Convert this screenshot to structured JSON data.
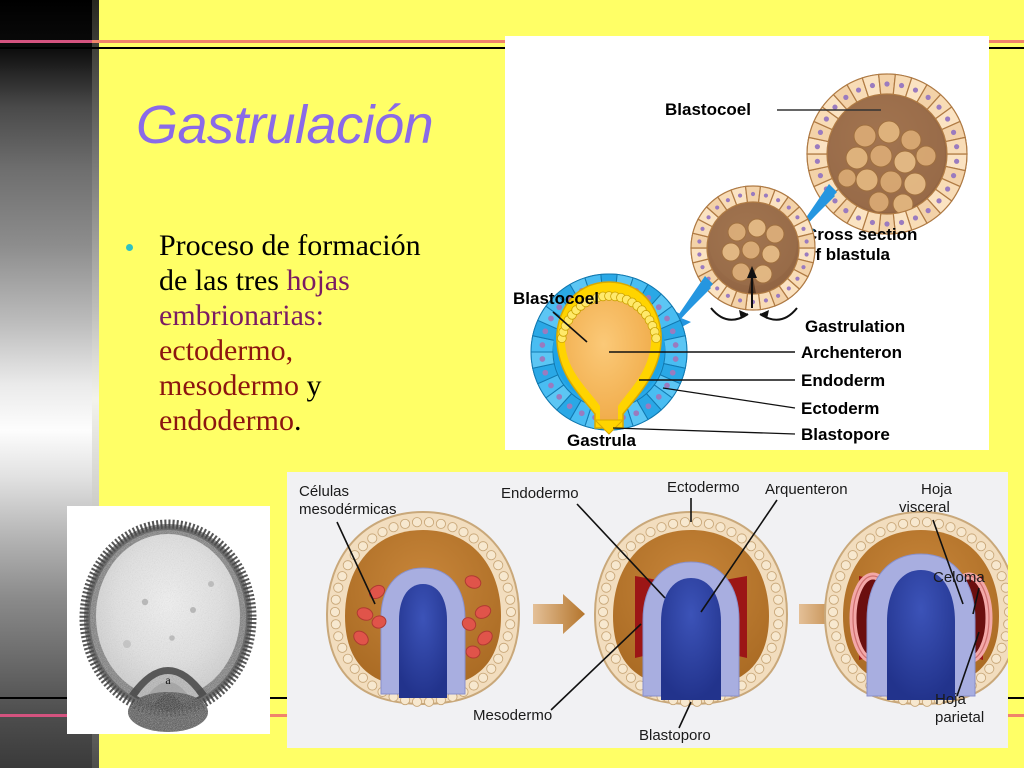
{
  "slide": {
    "background_color": "#ffff66",
    "title": "Gastrulación",
    "title_color": "#8a6ae8",
    "accent_pink": "#f0846b",
    "accent_teal": "#2fc2c2"
  },
  "bullet": {
    "marker": "bullet-dot",
    "segments": [
      {
        "text": "Proceso de formación de las tres ",
        "color": "#000000"
      },
      {
        "text": "hojas embrionarias: ",
        "color": "#7a1b63"
      },
      {
        "text": "ectodermo, mesodermo ",
        "color": "#8c1510"
      },
      {
        "text": "y ",
        "color": "#000000"
      },
      {
        "text": "endodermo",
        "color": "#8c1510"
      },
      {
        "text": ".",
        "color": "#000000"
      }
    ],
    "line1_black": "Proceso de formación",
    "line2_black": "de las tres ",
    "line2_purple": "hojas",
    "line3_purple": "embrionarias:",
    "line4_maroon": "ectodermo,",
    "line5_maroon": "mesodermo ",
    "line5_black": "y",
    "line6_maroon": "endodermo",
    "line6_black": "."
  },
  "photo": {
    "caption_letter": "a",
    "description": "micrografía de embrión en gástrula"
  },
  "diagram_top": {
    "title_hint": "blastula to gastrula cross sections",
    "labels": {
      "blastocoel_right": "Blastocoel",
      "cross_section_line1": "Cross section",
      "cross_section_line2": "of blastula",
      "gastrulation": "Gastrulation",
      "blastocoel_left": "Blastocoel",
      "archenteron": "Archenteron",
      "endoderm": "Endoderm",
      "ectoderm": "Ectoderm",
      "blastopore": "Blastopore",
      "gastrula": "Gastrula"
    },
    "colors": {
      "cell_fill": "#f6d2a4",
      "cell_stroke": "#b07b44",
      "cavity": "#9a6b4a",
      "arrow": "#2596e0",
      "ectoderm_blue": "#29a9e8",
      "endoderm_yellow": "#ffd400",
      "archenteron_orange": "#f5b85c"
    }
  },
  "diagram_bottom": {
    "title_hint": "formación del celoma en tres etapas",
    "labels": {
      "celulas_meso_l1": "Células",
      "celulas_meso_l2": "mesodérmicas",
      "endodermo": "Endodermo",
      "ectodermo": "Ectodermo",
      "arquenteron": "Arquenteron",
      "mesodermo": "Mesodermo",
      "blastoporo": "Blastoporo",
      "hoja_visceral_l1": "Hoja",
      "hoja_visceral_l2": "visceral",
      "celoma": "Celoma",
      "hoja_parietal_l1": "Hoja",
      "hoja_parietal_l2": "parietal"
    },
    "stages": 3,
    "colors": {
      "outer_cells": "#f2ddbe",
      "outer_stroke": "#c9a87a",
      "brown_mass": "#b5762e",
      "periwinkle": "#a8aee0",
      "gut_blue": "#2a3f9e",
      "meso_red": "#e0544a",
      "dark_red": "#9c1616",
      "pink_cells": "#f0a0a0",
      "arrow": "#c98a4b"
    }
  }
}
